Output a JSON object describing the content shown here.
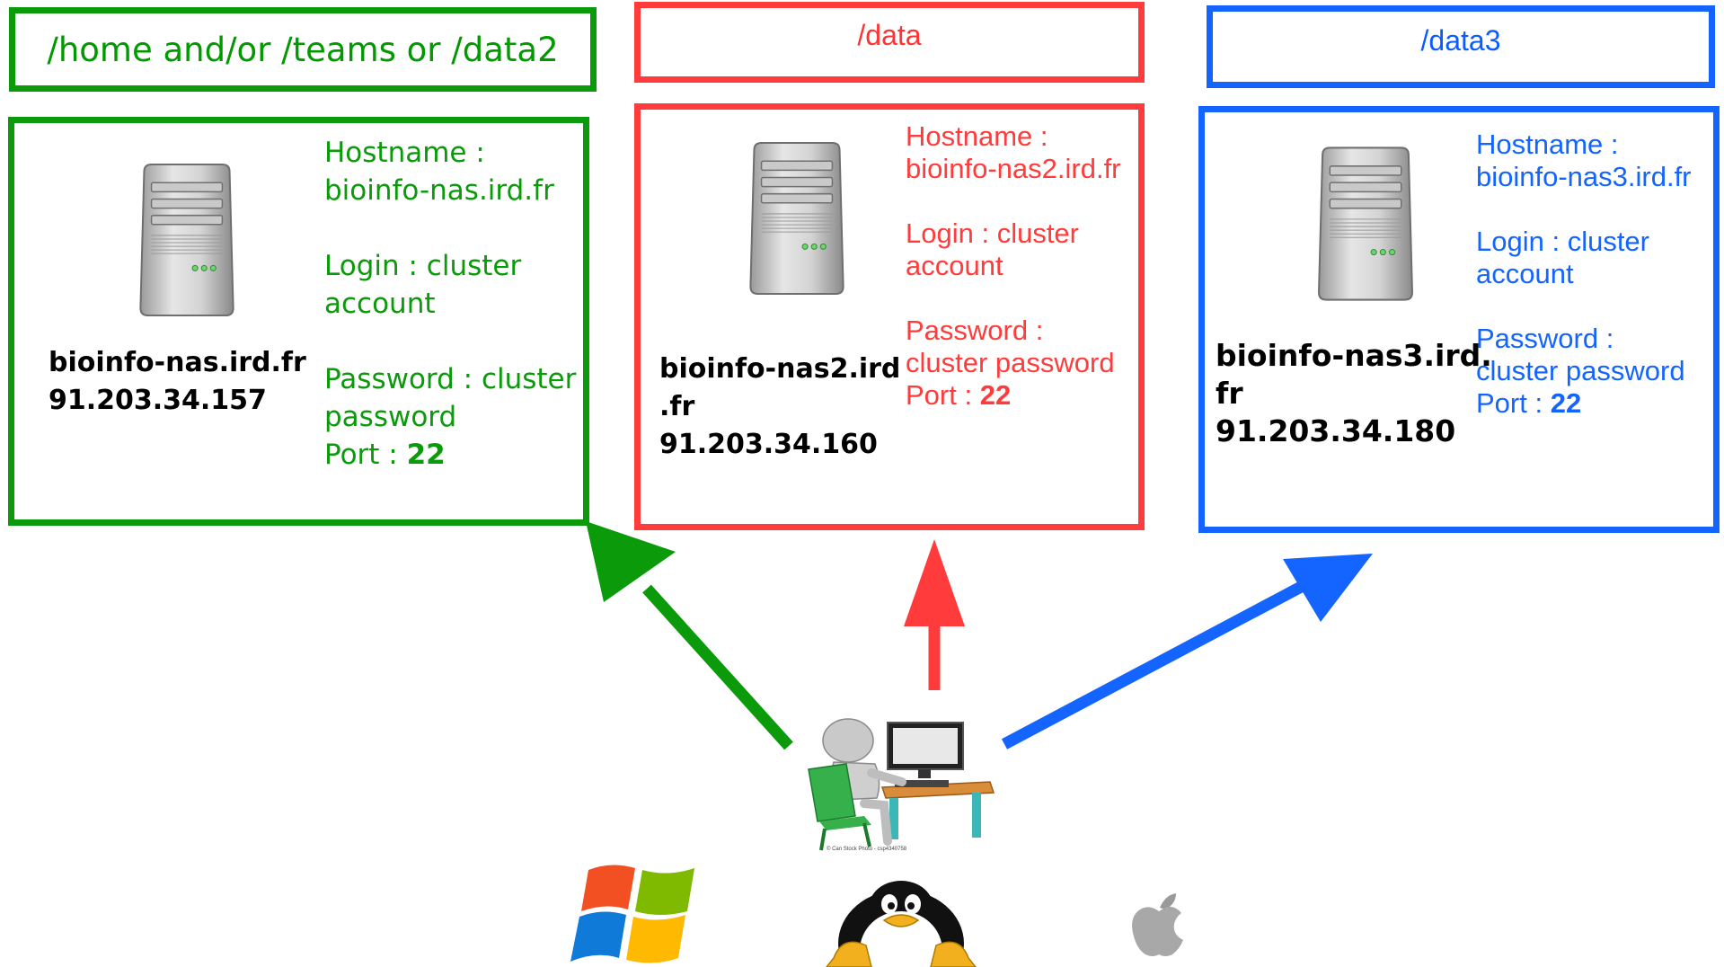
{
  "headers": {
    "green": "/home and/or /teams or /data2",
    "red": "/data",
    "blue": "/data3"
  },
  "servers": [
    {
      "color": "#0a9a0a",
      "name_lines": [
        "bioinfo-nas.ird.fr"
      ],
      "ip": "91.203.34.157",
      "hostname_label": "Hostname :",
      "hostname": "bioinfo-nas.ird.fr",
      "login_label": "Login : cluster",
      "login_cont": "account",
      "password_label": "Password : cluster",
      "password_cont": "password",
      "port_label": "Port : ",
      "port": "22"
    },
    {
      "color": "#ff3b3b",
      "name_lines": [
        "bioinfo-nas2.ird",
        ".fr"
      ],
      "ip": "91.203.34.160",
      "hostname_label": "Hostname :",
      "hostname": "bioinfo-nas2.ird.fr",
      "login_label": "Login : cluster",
      "login_cont": "account",
      "password_label": "Password :",
      "password_cont": "cluster password",
      "port_label": "Port : ",
      "port": "22"
    },
    {
      "color": "#1464ff",
      "name_lines": [
        "bioinfo-nas3.ird.",
        "fr"
      ],
      "ip": "91.203.34.180",
      "hostname_label": "Hostname :",
      "hostname": "bioinfo-nas3.ird.fr",
      "login_label": "Login : cluster",
      "login_cont": "account",
      "password_label": "Password :",
      "password_cont": "cluster password",
      "port_label": "Port : ",
      "port": "22"
    }
  ],
  "watermark": "© Can Stock Photo - csp4340758",
  "icons": {
    "server": "server-tower-icon",
    "user": "user-at-computer-icon",
    "windows": "windows-logo-icon",
    "linux": "linux-tux-icon",
    "apple": "apple-logo-icon"
  }
}
